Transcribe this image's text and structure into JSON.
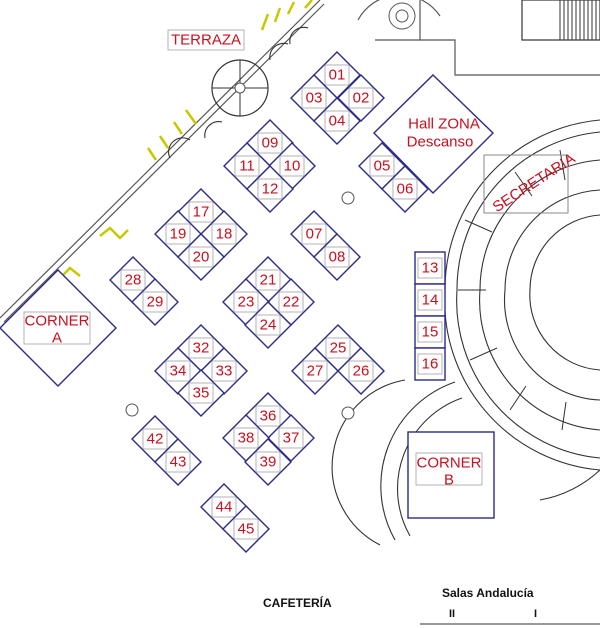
{
  "title_terrace": "TERRAZA",
  "hall_label_1": "Hall  ZONA",
  "hall_label_2": "Descanso",
  "secretary_label": "SECRETARIA",
  "corner_a_1": "CORNER",
  "corner_a_2": "A",
  "corner_b_1": "CORNER",
  "corner_b_2": "B",
  "cafeteria": "CAFETERÍA",
  "salas": "Salas Andalucía",
  "salas_mark_1": "II",
  "salas_mark_2": "I",
  "stands": [
    "01",
    "02",
    "03",
    "04",
    "05",
    "06",
    "07",
    "08",
    "09",
    "10",
    "11",
    "12",
    "13",
    "14",
    "15",
    "16",
    "17",
    "18",
    "19",
    "20",
    "21",
    "22",
    "23",
    "24",
    "25",
    "26",
    "27",
    "28",
    "29",
    "32",
    "33",
    "34",
    "35",
    "36",
    "37",
    "38",
    "39",
    "42",
    "43",
    "44",
    "45"
  ]
}
